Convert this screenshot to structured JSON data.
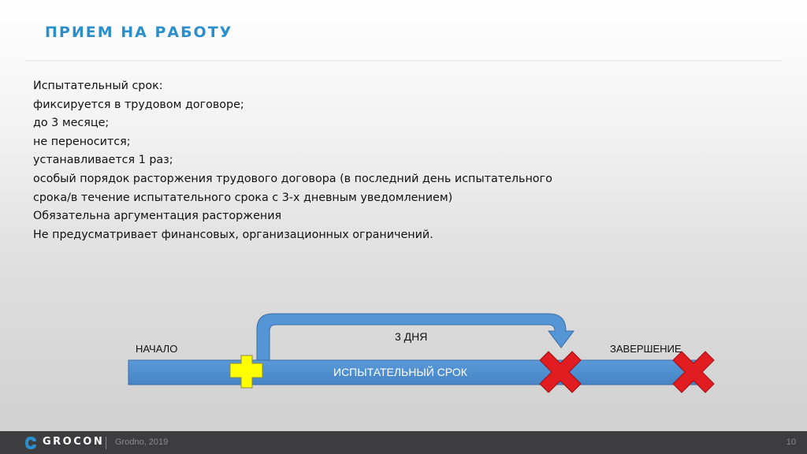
{
  "header": {
    "title": "ПРИЕМ НА РАБОТУ"
  },
  "content": {
    "lines": [
      "Испытательный срок:",
      "фиксируется в трудовом договоре;",
      "до 3 месяце;",
      "не переносится;",
      "устанавливается 1 раз;",
      "особый порядок расторжения трудового договора (в последний день испытательного",
      "срока/в течение испытательного срока с 3-х дневным уведомлением)",
      "Обязательна аргументация расторжения",
      "Не предусматривает финансовых, организационных ограничений."
    ]
  },
  "diagram": {
    "start_label": "НАЧАЛО",
    "end_label": "ЗАВЕРШЕНИЕ",
    "bar_label": "ИСПЫТАТЕЛЬНЫЙ СРОК",
    "notice_label": "3 ДНЯ",
    "colors": {
      "bar": "#4f90d2",
      "plus": "#ffff00",
      "cross": "#e11d22"
    },
    "icons": [
      "plus-icon",
      "cross-icon",
      "curved-arrow-icon"
    ]
  },
  "footer": {
    "brand": "GROCON",
    "location": "Grodno, 2019",
    "page_number": "10"
  }
}
